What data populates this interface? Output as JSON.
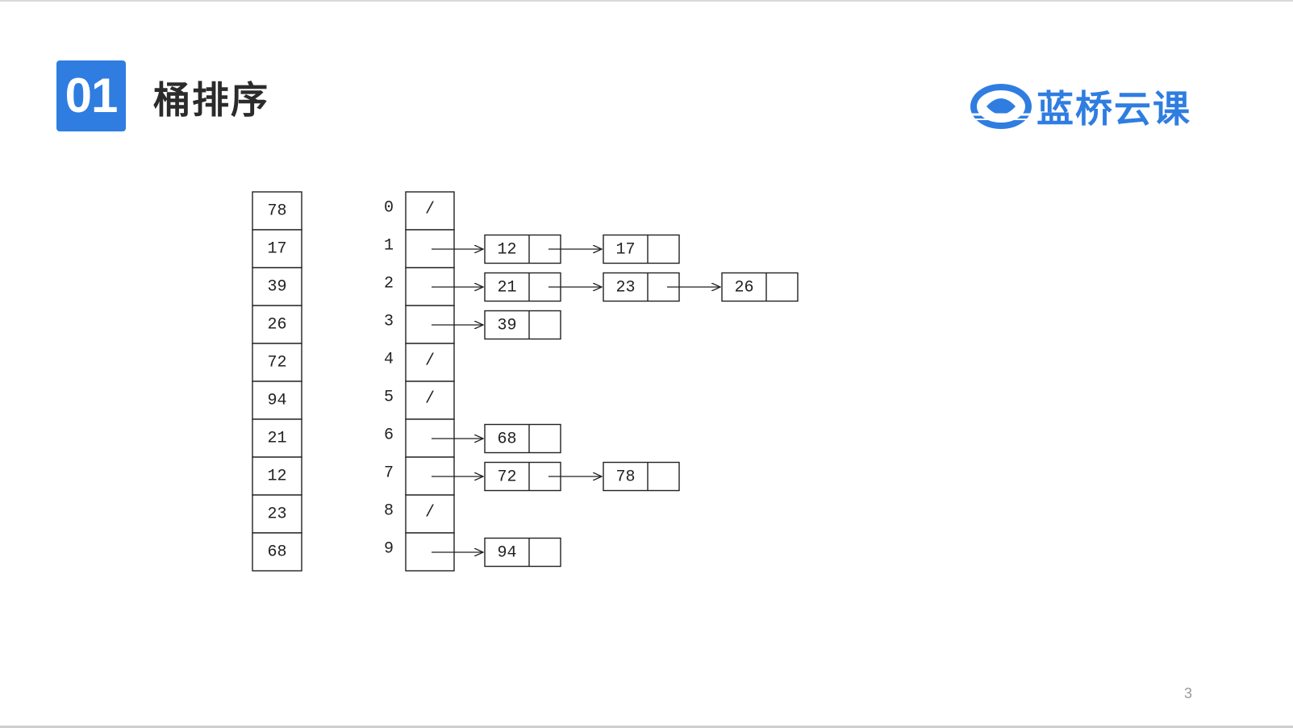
{
  "header": {
    "section_number": "01",
    "title": "桶排序"
  },
  "brand": {
    "name": "蓝桥云课",
    "color": "#2f7de1",
    "logo_icon": "lanqiao-logo-icon"
  },
  "diagram": {
    "input_array": [
      "78",
      "17",
      "39",
      "26",
      "72",
      "94",
      "21",
      "12",
      "23",
      "68"
    ],
    "null_marker": "/",
    "buckets": [
      {
        "index": "0",
        "items": []
      },
      {
        "index": "1",
        "items": [
          "12",
          "17"
        ]
      },
      {
        "index": "2",
        "items": [
          "21",
          "23",
          "26"
        ]
      },
      {
        "index": "3",
        "items": [
          "39"
        ]
      },
      {
        "index": "4",
        "items": []
      },
      {
        "index": "5",
        "items": []
      },
      {
        "index": "6",
        "items": [
          "68"
        ]
      },
      {
        "index": "7",
        "items": [
          "72",
          "78"
        ]
      },
      {
        "index": "8",
        "items": []
      },
      {
        "index": "9",
        "items": [
          "94"
        ]
      }
    ]
  },
  "footer": {
    "page_number": "3"
  }
}
